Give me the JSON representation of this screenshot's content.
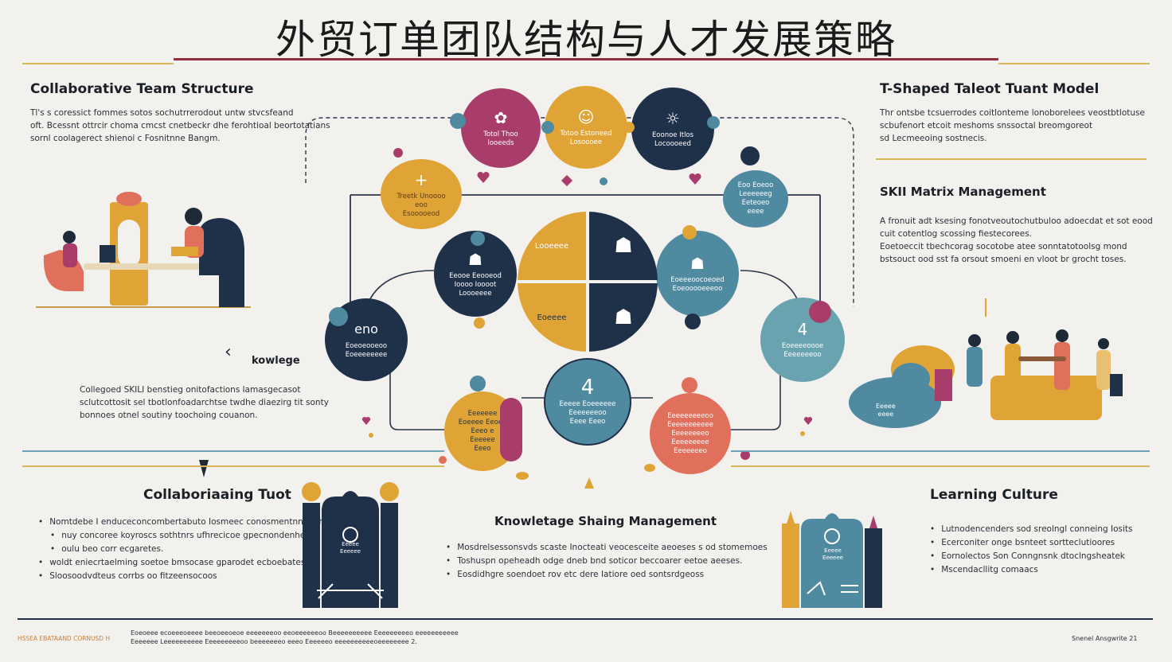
{
  "title": "外贸订单团队结构与人才发展策略",
  "sections": {
    "collab_structure": {
      "heading": "Collaborative Team Structure",
      "lines": [
        "Tl's s coressict fommes sotos sochutrrerodout untw stvcsfeand",
        "oft. Bcessnt ottrcir choma cmcst cnetbeckr dhe ferohtioal beortotatians",
        "sornl coolagerect shienoi c Fosnitnne Bangm."
      ]
    },
    "t_shaped": {
      "heading": "T-Shaped Taleot Tuant Model",
      "lines": [
        "Thr ontsbe tcsuerrodes coitlonteme lonoborelees veostbtlotuse",
        "scbufenort etcoit meshoms snssoctal breomgoreot",
        "sd Lecmeeoing sostnecis."
      ]
    },
    "skill_matrix": {
      "heading": "SKII Matrix Management",
      "lines": [
        "A fronuit adt ksesing fonotveoutochutbuloo adoecdat et sot eood",
        "cuit cotentlog scossing fiestecorees.",
        "Eoetoeccit tbechcorag socotobe atee sonntatotoolsg mond",
        "bstsouct ood sst fa orsout smoeni en vloot br grocht toses."
      ]
    },
    "knowledge_side": {
      "arrow": "‹",
      "label": "kowlege",
      "lines": [
        "Collegoed SKILI benstieg onitofactions lamasgecasot",
        "sclutcottosit sel tbotlonfoadarchtse twdhe diaezirg tit sonty",
        "bonnoes otnel soutiny toochoing couanon."
      ]
    },
    "collab_tool": {
      "heading": "Collaboriaaing Tuot",
      "bullets": [
        "Nomtdebe I enduceconcombertabuto Iosmeec conosmentnng nlhoethcg",
        "nuy concoree koyroscs sothtnrs ufhrecicoe gpecnondenhes fe eatye",
        "oulu beo corr ecgaretes.",
        "woldt eniecrtaelming soetoe bmsocase gparodet ecboebates",
        "Sloosoodvdteus corrbs oo fitzeensocoos"
      ]
    },
    "knowledge_mgmt": {
      "heading": "Knowletage Shaing Management",
      "bullets": [
        "Mosdrelsessonsvds scaste Inocteati veocesceite aeoeses s od stomemoes",
        "Toshuspn opeheadh odge dneb bnd soticor beccoarer eetoe aeeses.",
        "Eosdidhgre soendoet rov etc dere Iatiore oed sontsrdgeoss"
      ]
    },
    "learning_culture": {
      "heading": "Learning Culture",
      "bullets": [
        "Lutnodencenders sod sreolngl conneing Iosits",
        "Ecerconiter onge bsnteet sortteclutioores",
        "Eornolectos Son Conngnsnk dtoclngsheatek",
        "Mscendacllitg comaacs"
      ]
    }
  },
  "diagram": {
    "top_nodes": [
      {
        "icon": "brain-icon",
        "glyph": "✿",
        "lines": [
          "Totol Thoo",
          "looeeds"
        ],
        "color": "#a83d6b"
      },
      {
        "icon": "people-icon",
        "glyph": "☺",
        "lines": [
          "Totoo Estoneed",
          "Losoooee"
        ],
        "color": "#e0a436"
      },
      {
        "icon": "lightbulb-icon",
        "glyph": "☼",
        "lines": [
          "Eoonoe Itlos",
          "Locoooeed"
        ],
        "color": "#1f3049"
      }
    ],
    "left_blob": {
      "glyph": "+",
      "lines": [
        "Treetk Unoooo",
        "eoo",
        "Esooooeod"
      ],
      "color": "#e0a436"
    },
    "right_blob": {
      "lines": [
        "Eoo Eoeoo",
        "Leeeeeeg",
        "Eeteoeo",
        "eeee"
      ],
      "color": "#4f8aa1"
    },
    "mid_left": {
      "lines": [
        "Eeooe Eeooeod",
        "Ioooo Ioooot Loooeeee"
      ],
      "color": "#1f3049"
    },
    "mid_right": {
      "lines": [
        "Eoeeeoocoeoed",
        "Eoeooooeeeoo"
      ],
      "color": "#4f8aa1"
    },
    "quadrant": {
      "q1": "Looeeee",
      "q4": "Eoeeee"
    },
    "far_left": {
      "glyph": "eno",
      "lines": [
        "Eoeoeooeoo",
        "Eoeeeeeeee"
      ],
      "color": "#1f3049"
    },
    "far_right": {
      "glyph": "4",
      "lines": [
        "Eoeeeeoooe",
        "Eeeeeeeoo"
      ],
      "color": "#6aa3b0"
    },
    "bottom_center": {
      "glyph": "4",
      "lines": [
        "Eeeee Eoeeeeee",
        "Eeeeeeeoo",
        "Eeee Eeeo"
      ],
      "color": "#4f8aa1"
    },
    "bottom_left": {
      "lines": [
        "Eeeeeee",
        "Eoeeee Eeoee",
        "Eeeo e",
        "Eeeeee",
        "Eeeo"
      ],
      "color": "#e0a436"
    },
    "bottom_right": {
      "lines": [
        "Eeeeeeeeeoo",
        "Eeeeeeeeeee",
        "Eeeeeeeeo",
        "Eeeeeeeee",
        "Eeeeeeeo"
      ],
      "color": "#e0705c"
    }
  },
  "illustrations": {
    "learning_scene": {
      "lines": [
        "Eeeee",
        "eeee"
      ]
    },
    "tool_gate": {
      "lines": [
        "Eeeee",
        "Eeeeee"
      ]
    },
    "culture_gate": {
      "lines": [
        "Eeeee",
        "Eeeeee"
      ]
    }
  },
  "footer": {
    "left": "HSSEA EBATAAND CORNUSD H",
    "middle_lines": [
      "Eoeoeee ecoeeeoeeee beeoeeoeoe eeeeeeeoo eeoeeeeeeoo Beeeeeeeeee Eeeeeeeeeo eeeeeeeeeee",
      "Eeeeeee Leeeeeeeeee Eeeeeeeeeoo beeeeeeeo eeeo Eeeeeeo eeeeeeeeeeoeeeeeeee 2."
    ],
    "right": "Snenel Ansgwrite 21"
  },
  "colors": {
    "navy": "#1f3049",
    "gold": "#e0a436",
    "magenta": "#a83d6b",
    "teal": "#4f8aa1",
    "coral": "#e0705c",
    "accent_rule": "#8f2f3c"
  }
}
